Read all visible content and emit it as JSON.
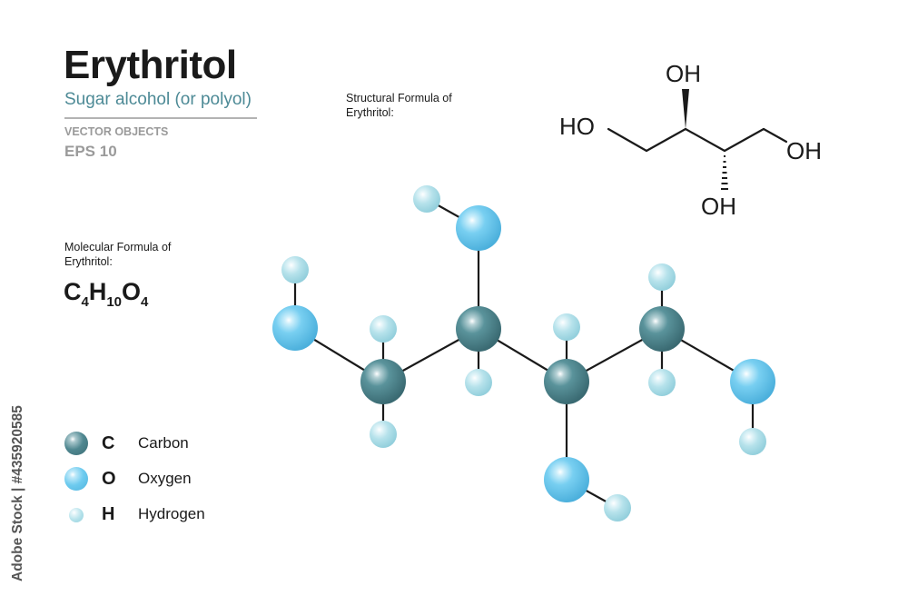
{
  "header": {
    "title": "Erythritol",
    "subtitle": "Sugar alcohol (or polyol)",
    "meta_line1": "VECTOR OBJECTS",
    "meta_line2": "EPS 10"
  },
  "molecular_formula": {
    "caption": "Molecular Formula of Erythritol:",
    "parts": [
      {
        "element": "C",
        "count": "4"
      },
      {
        "element": "H",
        "count": "10"
      },
      {
        "element": "O",
        "count": "4"
      }
    ]
  },
  "structural_formula": {
    "caption": "Structural  Formula of Erythritol:",
    "labels": {
      "left": "HO",
      "top": "OH",
      "right": "OH",
      "bottom": "OH"
    }
  },
  "legend": [
    {
      "symbol": "C",
      "name": "Carbon",
      "color": "#4f8790"
    },
    {
      "symbol": "O",
      "name": "Oxygen",
      "color": "#6ecbef"
    },
    {
      "symbol": "H",
      "name": "Hydrogen",
      "color": "#b3e1ea"
    }
  ],
  "colors": {
    "carbon": "#4f8790",
    "oxygen": "#6ecbef",
    "hydrogen": "#b3e1ea",
    "subtitle": "#4d8a96",
    "bond": "#1a1a1a"
  },
  "watermark": "Adobe Stock | #435920585"
}
